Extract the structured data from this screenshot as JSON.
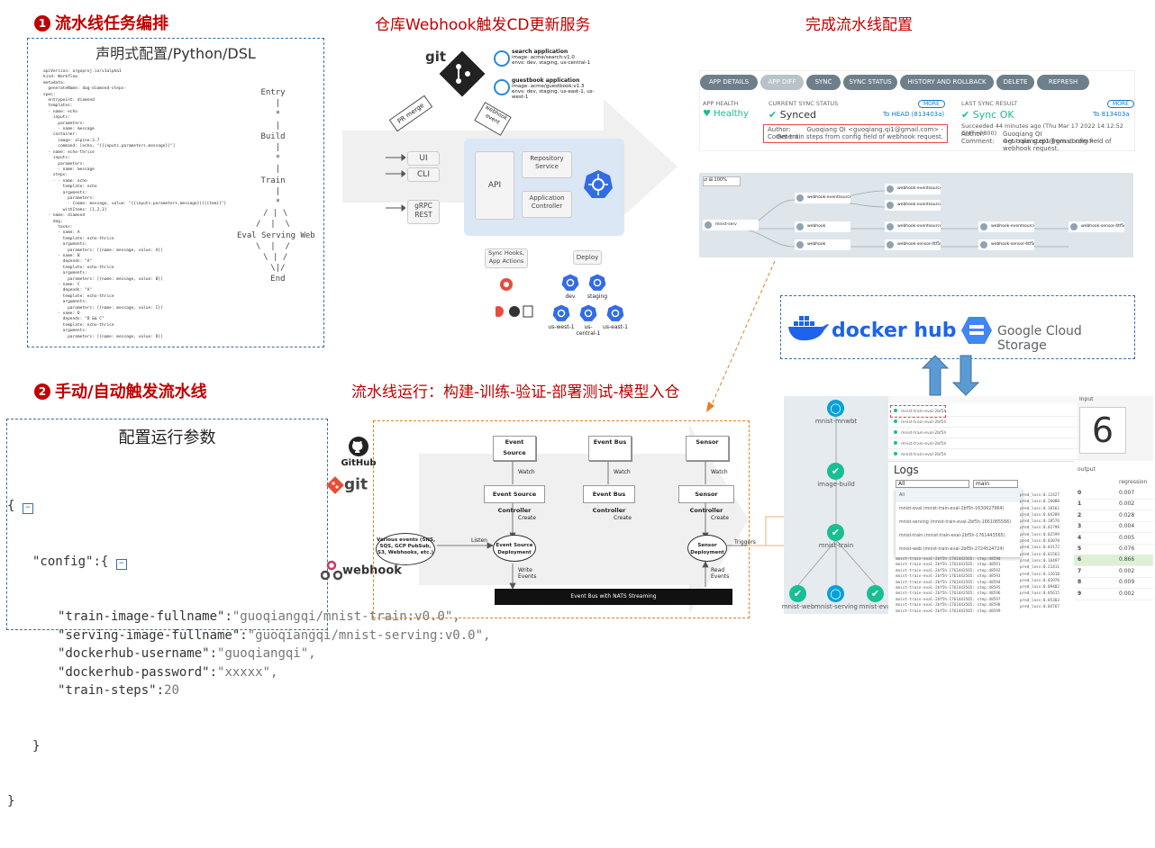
{
  "section1": {
    "number": "1",
    "title": "流水线任务编排"
  },
  "section2": {
    "number": "2",
    "title": "手动/自动触发流水线"
  },
  "webhook_title": "仓库Webhook触发CD更新服务",
  "complete_title": "完成流水线配置",
  "run_title": "流水线运行：构建-训练-验证-部署测试-模型入仓",
  "config_box": {
    "header": "声明式配置/Python/DSL",
    "yaml_lines": [
      "apiVersion: argoproj.io/v1alpha1",
      "kind: Workflow",
      "metadata:",
      "  generateName: dag-diamond-steps-",
      "spec:",
      "  entrypoint: diamond",
      "  templates:",
      "  - name: echo",
      "    inputs:",
      "      parameters:",
      "      - name: message",
      "    container:",
      "      image: alpine:3.7",
      "      command: [echo, \"{{inputs.parameters.message}}\"]",
      "  - name: echo-thrice",
      "    inputs:",
      "      parameters:",
      "      - name: message",
      "    steps:",
      "    - - name: echo",
      "        template: echo",
      "        arguments:",
      "          parameters:",
      "          - {name: message, value: \"{{inputs.parameters.message}}{{item}}\"}",
      "        withItems: [1,2,3]",
      "  - name: diamond",
      "    dag:",
      "      tasks:",
      "      - name: A",
      "        template: echo-thrice",
      "        arguments:",
      "          parameters: [{name: message, value: A}]",
      "      - name: B",
      "        depends: \"A\"",
      "        template: echo-thrice",
      "        arguments:",
      "          parameters: [{name: message, value: B}]",
      "      - name: C",
      "        depends: \"A\"",
      "        template: echo-thrice",
      "        arguments:",
      "          parameters: [{name: message, value: C}]",
      "      - name: D",
      "        depends: \"B && C\"",
      "        template: echo-thrice",
      "        arguments:",
      "          parameters: [{name: message, value: D}]"
    ],
    "dag_text": "Entry\n  |\n  *\n  |\nBuild\n  |\n  *\n  |\nTrain\n  |\n  *\n / | \\\n/  |  \\\nEval Serving Web\n\\  |  /\n \\ | /\n  \\|/\n  End"
  },
  "params_box": {
    "header": "配置运行参数",
    "open": "{",
    "config_key": "\"config\"",
    "entries": [
      {
        "key": "\"train-image-fullname\"",
        "value": "\"guoqiangqi/mnist-train:v0.0\","
      },
      {
        "key": "\"serving-image-fullname\"",
        "value": "\"guoqiangqi/mnist-serving:v0.0\","
      },
      {
        "key": "\"dockerhub-username\"",
        "value": "\"guoqiangqi\","
      },
      {
        "key": "\"dockerhub-password\"",
        "value": "\"xxxxx\","
      },
      {
        "key": "\"train-steps\"",
        "value": "20"
      }
    ],
    "close_inner": "}",
    "close_outer": "}"
  },
  "sources": {
    "github": "GitHub",
    "git": "git",
    "webhook": "webhook"
  },
  "argocd_arch": {
    "git_label": "git",
    "pr_merge": "PR merge",
    "webhook_event": "webhook event",
    "apps": [
      {
        "title": "search application",
        "image": "image: acme/search:v1.0",
        "envs": "envs: dev, staging, us-central-1"
      },
      {
        "title": "guestbook application",
        "image": "image: acme/guestbook:v1.3",
        "envs": "envs: dev, staging, us-east-1, us-west-1"
      }
    ],
    "clients": [
      "UI",
      "CLI",
      "gRPC\nREST"
    ],
    "api": "API",
    "repo_service": "Repository\nService",
    "app_controller": "Application\nController",
    "sync_hooks": "Sync Hooks,\nApp Actions",
    "deploy": "Deploy",
    "clusters_top": [
      "dev",
      "staging"
    ],
    "clusters_bottom": [
      "us-west-1",
      "us-central-1",
      "us-east-1"
    ]
  },
  "argocd_ui": {
    "buttons": [
      "APP DETAILS",
      "APP DIFF",
      "SYNC",
      "SYNC STATUS",
      "HISTORY AND ROLLBACK",
      "DELETE",
      "REFRESH"
    ],
    "app_health_label": "APP HEALTH",
    "health": "Healthy",
    "current_sync_label": "CURRENT SYNC STATUS",
    "synced": "Synced",
    "to_head": "To HEAD (813403a)",
    "more": "MORE",
    "author_label": "Author:",
    "author": "Guoqiang QI <guoqiang.qi1@gmail.com> -",
    "comment_label": "Comment:",
    "comment": "Get train steps from config field of webhook request.",
    "last_sync_label": "LAST SYNC RESULT",
    "sync_ok": "Sync OK",
    "to_commit": "To 813403a",
    "succeeded": "Succeeded 44 minutes ago (Thu Mar 17 2022 14:12:52 GMT+0800)",
    "author2": "Guoqiang QI <guoqiang.qi1@gmail.com> -",
    "comment2": "Get train steps from config field of webhook request.",
    "tree_nodes": [
      "mnist-serv",
      "webhook-eventsource",
      "webhook-eventsource",
      "webhook-eventsource-q7h2k",
      "webhook",
      "webhook-eventsource-pxwdw",
      "webhook-eventsource-pxwdw-...",
      "webhook",
      "webhook-sensor-4tf5m",
      "webhook-sensor-4tf5m-8vbdf",
      "webhook-sensor-4tf5m-8vbdf6v..."
    ]
  },
  "storage": {
    "dockerhub": "docker hub",
    "gcs": "Google Cloud Storage"
  },
  "events_diagram": {
    "event_source": "Event Source",
    "event_bus": "Event Bus",
    "sensor": "Sensor",
    "watch": "Watch",
    "esc": "Event Source Controller",
    "ebc": "Event Bus Controller",
    "sc": "Sensor Controller",
    "create": "Create",
    "listen": "Listen",
    "various": "Various events (SNS,\nSQS, GCP PubSub,\nS3, Webhooks, etc.)",
    "esd": "Event Source\nDeployment",
    "sd": "Sensor\nDeployment",
    "triggers": "Triggers",
    "write_events": "Write\nEvents",
    "read_events": "Read\nEvents",
    "bus_bar": "Event Bus with NATS Streaming"
  },
  "workflow_ui": {
    "nodes": [
      "mnist-mnwbt",
      "image-build",
      "mnist-train",
      "mnist-web",
      "mnist-serving",
      "mnist-eval"
    ],
    "logs_title": "Logs",
    "filter_value": "All",
    "filter2": "main",
    "log_options": [
      "All",
      "mnist-eval (mnist-train-eval-2bf5h-1630627964)",
      "mnist-serving (mnist-train-eval-2bf5h-1661065566)",
      "mnist-train (mnist-train-eval-2bf5h-1761443565)",
      "mnist-web (mnist-train-eval-2bf5h-2724524724)"
    ],
    "log_lines": [
      "mnist-train-eval-2bf5h-1761443565: step:48590",
      "mnist-train-eval-2bf5h-1761443565: step:48591",
      "mnist-train-eval-2bf5h-1761443565: step:48592",
      "mnist-train-eval-2bf5h-1761443565: step:48593",
      "mnist-train-eval-2bf5h-1761443565: step:48594",
      "mnist-train-eval-2bf5h-1761443565: step:48595",
      "mnist-train-eval-2bf5h-1761443565: step:48596",
      "mnist-train-eval-2bf5h-1761443565: step:48597",
      "mnist-train-eval-2bf5h-1761443565: step:48598",
      "mnist-train-eval-2bf5h-1761443565: step:48599"
    ],
    "pred_lines": [
      "pred_loss:0.12427",
      "pred_loss:0.26080",
      "pred_loss:0.18161",
      "pred_loss:0.04289",
      "pred_loss:0.18576",
      "pred_loss:0.02798",
      "pred_loss:0.02599",
      "pred_loss:0.03070",
      "pred_loss:0.03172",
      "pred_loss:0.01563",
      "pred_loss:0.16497",
      "pred_loss:0.21411",
      "pred_loss:0.12618",
      "pred_loss:0.03976",
      "pred_loss:0.09482",
      "pred_loss:0.05615",
      "pred_loss:0.05303",
      "pred_loss:0.04767"
    ],
    "input_label": "Input",
    "digit": "6",
    "output_label": "output",
    "regression_label": "regression",
    "regression": [
      {
        "idx": "0",
        "val": "0.007"
      },
      {
        "idx": "1",
        "val": "0.002"
      },
      {
        "idx": "2",
        "val": "0.028"
      },
      {
        "idx": "3",
        "val": "0.004"
      },
      {
        "idx": "4",
        "val": "0.005"
      },
      {
        "idx": "5",
        "val": "0.076"
      },
      {
        "idx": "6",
        "val": "0.866"
      },
      {
        "idx": "7",
        "val": "0.002"
      },
      {
        "idx": "8",
        "val": "0.009"
      },
      {
        "idx": "9",
        "val": "0.002"
      }
    ],
    "highlight_index": 6,
    "table_rows": [
      "mnist-train-eval-2bf5h",
      "mnist-train-eval-2bf5h",
      "mnist-train-eval-2bf5h",
      "mnist-train-eval-2bf5h",
      "mnist-train-eval-2bf5h"
    ]
  },
  "colors": {
    "red": "#c00000",
    "argo_green": "#18be94",
    "argo_blue": "#0d7bc5",
    "k8s_blue": "#326ce5",
    "docker_blue": "#1d63ed",
    "orange": "#e67e22"
  }
}
